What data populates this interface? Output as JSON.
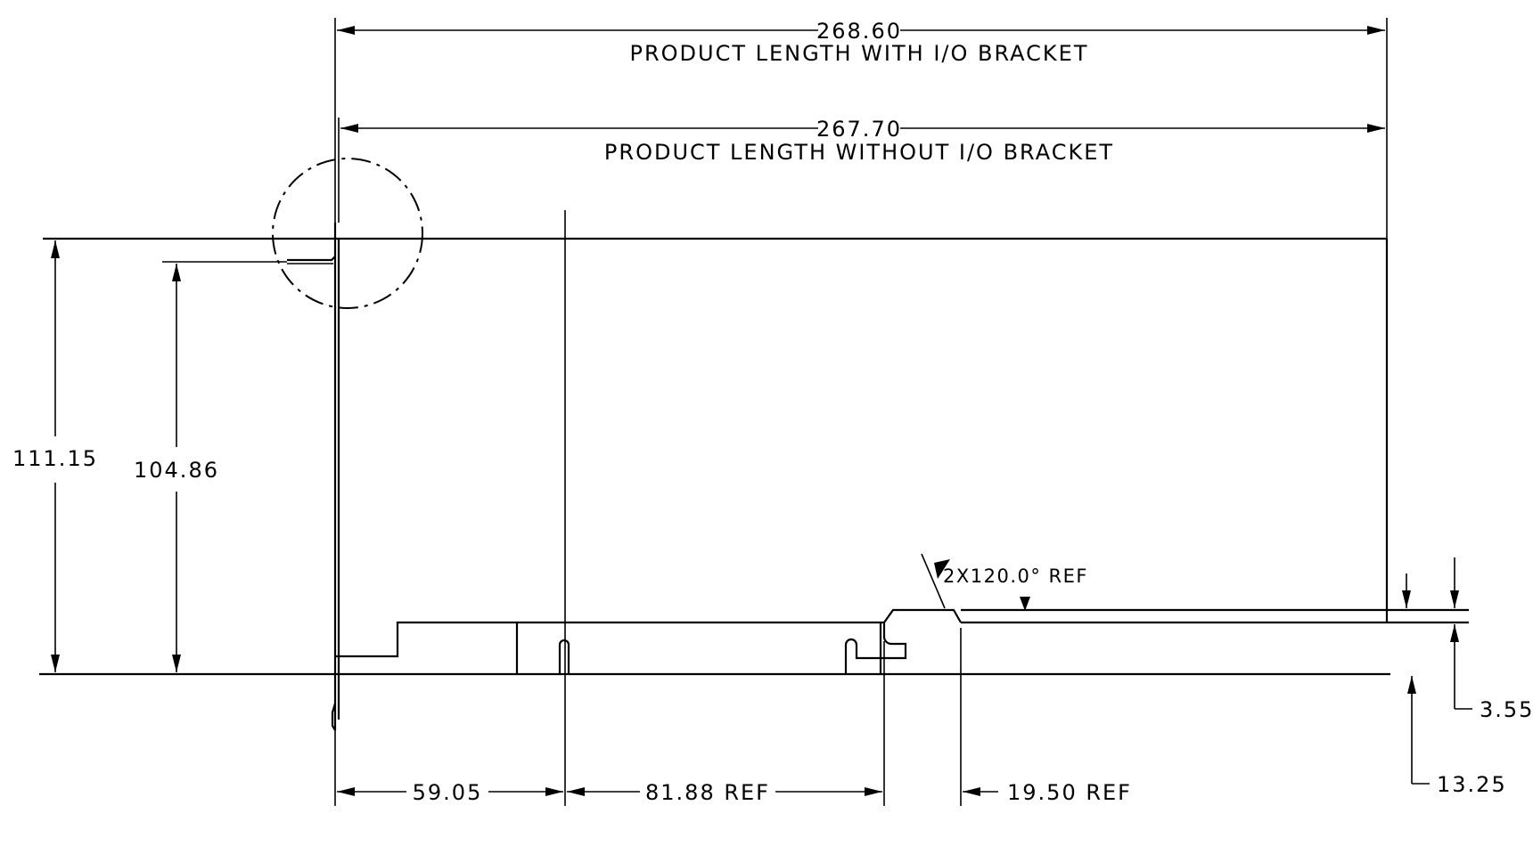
{
  "dimensions": {
    "length_with_bracket": {
      "value": "268.60",
      "caption": "PRODUCT LENGTH WITH I/O BRACKET"
    },
    "length_without_bracket": {
      "value": "267.70",
      "caption": "PRODUCT LENGTH WITHOUT I/O BRACKET"
    },
    "total_height": {
      "value": "111.15"
    },
    "board_height": {
      "value": "104.86"
    },
    "connector_offset": {
      "value": "59.05"
    },
    "connector_span": {
      "value": "81.88 REF"
    },
    "tab_width": {
      "value": "19.50 REF"
    },
    "chamfer_angle": {
      "value": "2X120.0° REF"
    },
    "edge_step": {
      "value": "3.55"
    },
    "edge_height": {
      "value": "13.25"
    }
  }
}
